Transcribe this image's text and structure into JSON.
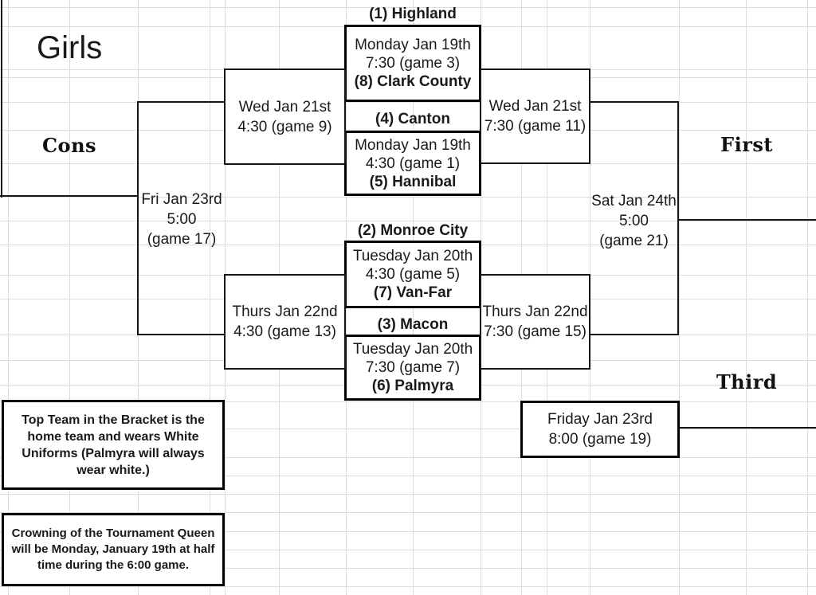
{
  "title": "Girls",
  "labels": {
    "cons": "Cons",
    "first": "First",
    "third": "Third"
  },
  "seeds": {
    "highland": "(1) Highland",
    "canton": "(4) Canton",
    "monroe_city": "(2) Monroe City",
    "macon": "(3) Macon"
  },
  "games": {
    "game3": {
      "line1": "Monday Jan 19th",
      "line2": "7:30 (game 3)",
      "line3": "(8) Clark County"
    },
    "game1": {
      "line1": "Monday Jan 19th",
      "line2": "4:30 (game 1)",
      "line3": "(5) Hannibal"
    },
    "game5": {
      "line1": "Tuesday Jan 20th",
      "line2": "4:30 (game 5)",
      "line3": "(7) Van-Far"
    },
    "game7": {
      "line1": "Tuesday Jan 20th",
      "line2": "7:30 (game 7)",
      "line3": "(6) Palmyra"
    },
    "game9": {
      "line1": "Wed Jan 21st",
      "line2": "4:30 (game 9)"
    },
    "game11": {
      "line1": "Wed Jan 21st",
      "line2": "7:30 (game 11)"
    },
    "game13": {
      "line1": "Thurs Jan 22nd",
      "line2": "4:30 (game 13)"
    },
    "game15": {
      "line1": "Thurs Jan 22nd",
      "line2": "7:30 (game 15)"
    },
    "game17": {
      "line1": "Fri Jan 23rd",
      "line2": "5:00",
      "line3": "(game 17)"
    },
    "game21": {
      "line1": "Sat Jan 24th",
      "line2": "5:00",
      "line3": "(game 21)"
    },
    "game19": {
      "line1": "Friday Jan 23rd",
      "line2": "8:00 (game 19)"
    }
  },
  "notes": {
    "uniforms": {
      "lines": [
        "Top Team in the Bracket is the",
        "home team and wears White",
        "Uniforms (Palmyra will always",
        "wear white.)"
      ]
    },
    "crowning": {
      "lines": [
        "Crowning of the Tournament Queen",
        "will be Monday, January 19th at half",
        "time during the 6:00 game."
      ]
    }
  },
  "colors": {
    "line": "#161616",
    "thick_border": "#000000",
    "gridline": "#dcdcdc",
    "text": "#1a1a1a"
  }
}
